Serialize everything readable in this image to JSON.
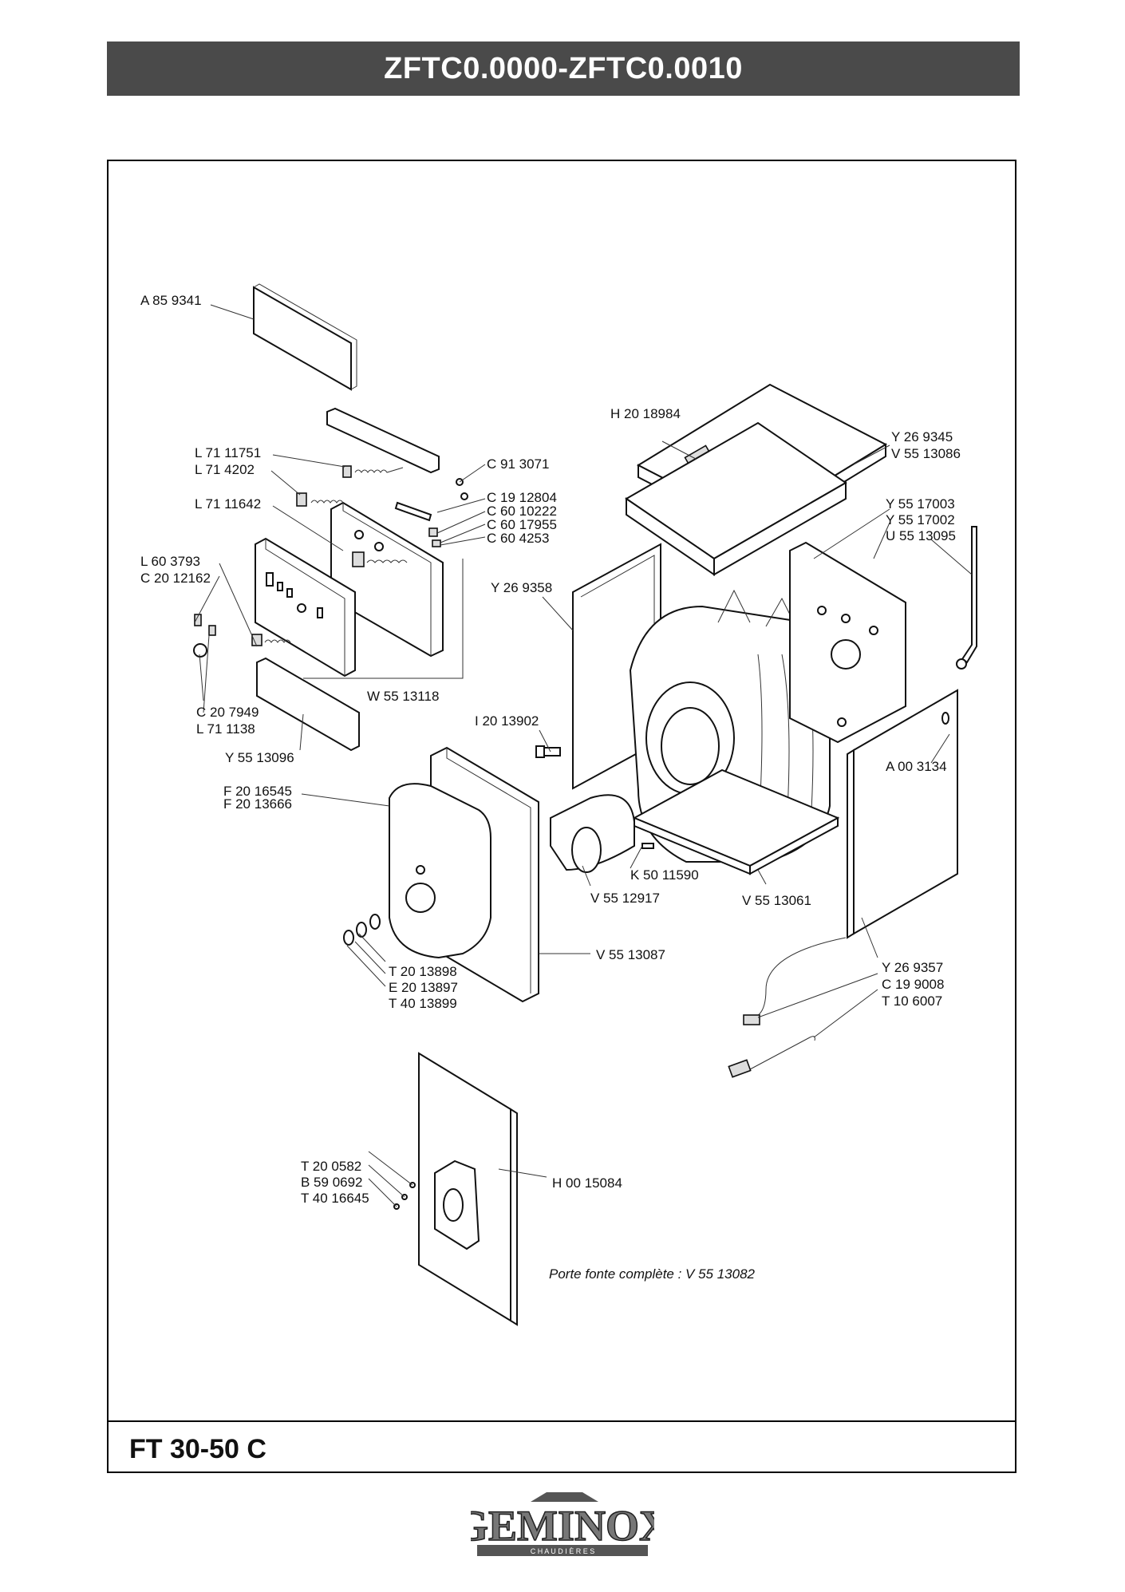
{
  "header": {
    "title": "ZFTC0.0000-ZFTC0.0010"
  },
  "model": {
    "label": "FT 30-50 C"
  },
  "note": {
    "text": "Porte fonte complète : V 55 13082"
  },
  "logo": {
    "brand": "GEMINOX",
    "tagline": "C H A U D I È R E S"
  },
  "parts": {
    "p1": "A 85 9341",
    "p2": "L 71 11751",
    "p3": "L 71 4202",
    "p4": "L 71 11642",
    "p5": "L 60 3793",
    "p6": "C 20 12162",
    "p7": "C 91 3071",
    "p8": "C 19 12804",
    "p9": "C 60 10222",
    "p10": "C 60 17955",
    "p11": "C 60 4253",
    "p12": "H 20 18984",
    "p13": "Y 26 9345",
    "p14": "V 55 13086",
    "p15": "Y 55 17003",
    "p16": "Y 55 17002",
    "p17": "U 55 13095",
    "p18": "Y 26 9358",
    "p19": "W 55 13118",
    "p20": "C 20 7949",
    "p21": "L 71 1138",
    "p22": "Y 55 13096",
    "p23": "I 20 13902",
    "p24": "A 00 3134",
    "p25": "F 20 16545",
    "p26": "F 20 13666",
    "p27": "K 50 11590",
    "p28": "V 55 12917",
    "p29": "V 55 13061",
    "p30": "V 55 13087",
    "p31": "T 20 13898",
    "p32": "E 20 13897",
    "p33": "T 40 13899",
    "p34": "Y 26 9357",
    "p35": "C 19 9008",
    "p36": "T 10 6007",
    "p37": "T 20 0582",
    "p38": "B 59 0692",
    "p39": "T 40 16645",
    "p40": "H 00 15084"
  }
}
